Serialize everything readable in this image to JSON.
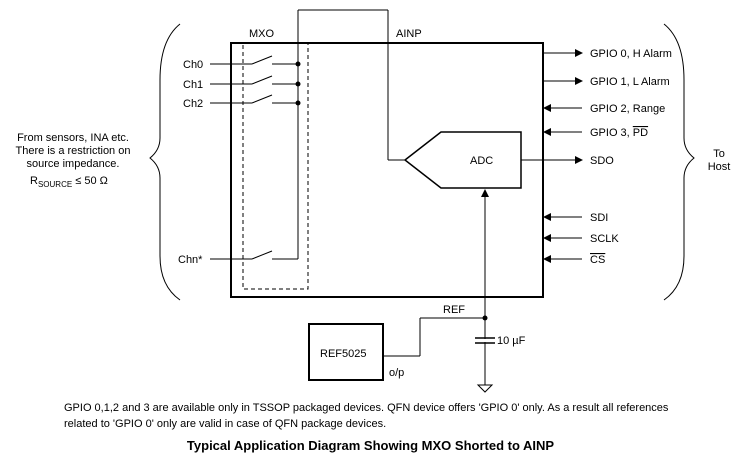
{
  "diagram": {
    "mxo": "MXO",
    "ainp": "AINP",
    "channels": [
      "Ch0",
      "Ch1",
      "Ch2",
      "Chn*"
    ],
    "adc": "ADC",
    "ref": "REF",
    "ref_ic": "REF5025",
    "op": "o/p",
    "cap": "10 µF",
    "outputs": [
      {
        "label": "GPIO 0, H Alarm",
        "dir": "out"
      },
      {
        "label": "GPIO 1, L Alarm",
        "dir": "out"
      },
      {
        "label": "GPIO 2, Range",
        "dir": "in"
      },
      {
        "label": "GPIO 3, ",
        "bar": "PD",
        "dir": "in"
      },
      {
        "label": "SDO",
        "dir": "out"
      },
      {
        "label": "SDI",
        "dir": "in"
      },
      {
        "label": "SCLK",
        "dir": "in"
      },
      {
        "label": "",
        "bar": "CS",
        "dir": "in"
      }
    ],
    "left_note": [
      "From sensors, INA etc.",
      "There is a restriction on",
      "source impedance."
    ],
    "rsource": {
      "r": "R",
      "sub": "SOURCE",
      "rest": " ≤ 50 Ω"
    },
    "to_host": [
      "To",
      "Host"
    ]
  },
  "footnote": "GPIO 0,1,2 and 3 are available only in TSSOP packaged devices. QFN device offers 'GPIO 0' only. As a result all references related to 'GPIO 0' only are valid in case of QFN package devices.",
  "caption": "Typical Application Diagram Showing MXO Shorted to AINP"
}
